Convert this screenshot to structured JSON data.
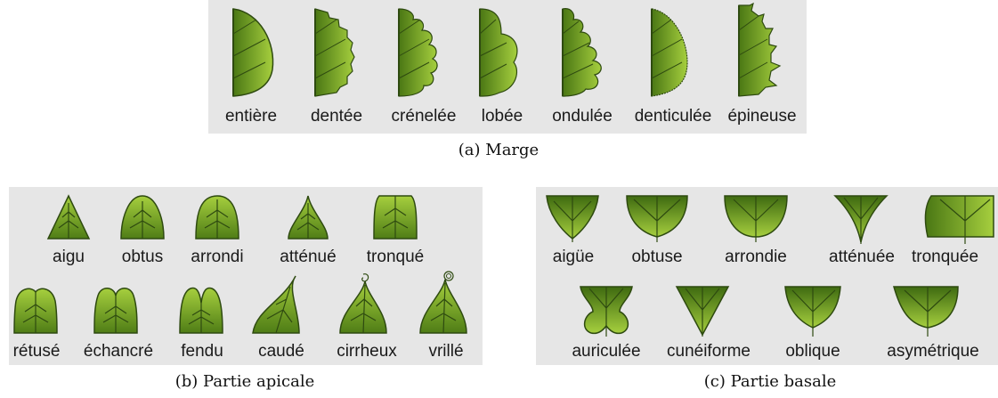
{
  "colors": {
    "leaf_light": "#a3cc3c",
    "leaf_dark": "#3f6a12",
    "outline": "#2e4a10",
    "panel": "#e6e6e6"
  },
  "marge": {
    "caption": "(a) Marge",
    "items": [
      "entière",
      "dentée",
      "crénelée",
      "lobée",
      "ondulée",
      "denticulée",
      "épineuse"
    ]
  },
  "apicale": {
    "caption": "(b) Partie apicale",
    "row1": [
      "aigu",
      "obtus",
      "arrondi",
      "atténué",
      "tronqué"
    ],
    "row2": [
      "rétusé",
      "échancré",
      "fendu",
      "caudé",
      "cirrheux",
      "vrillé"
    ]
  },
  "basale": {
    "caption": "(c) Partie basale",
    "row1": [
      "aigüe",
      "obtuse",
      "arrondie",
      "atténuée",
      "tronquée"
    ],
    "row2": [
      "auriculée",
      "cunéiforme",
      "oblique",
      "asymétrique"
    ]
  }
}
